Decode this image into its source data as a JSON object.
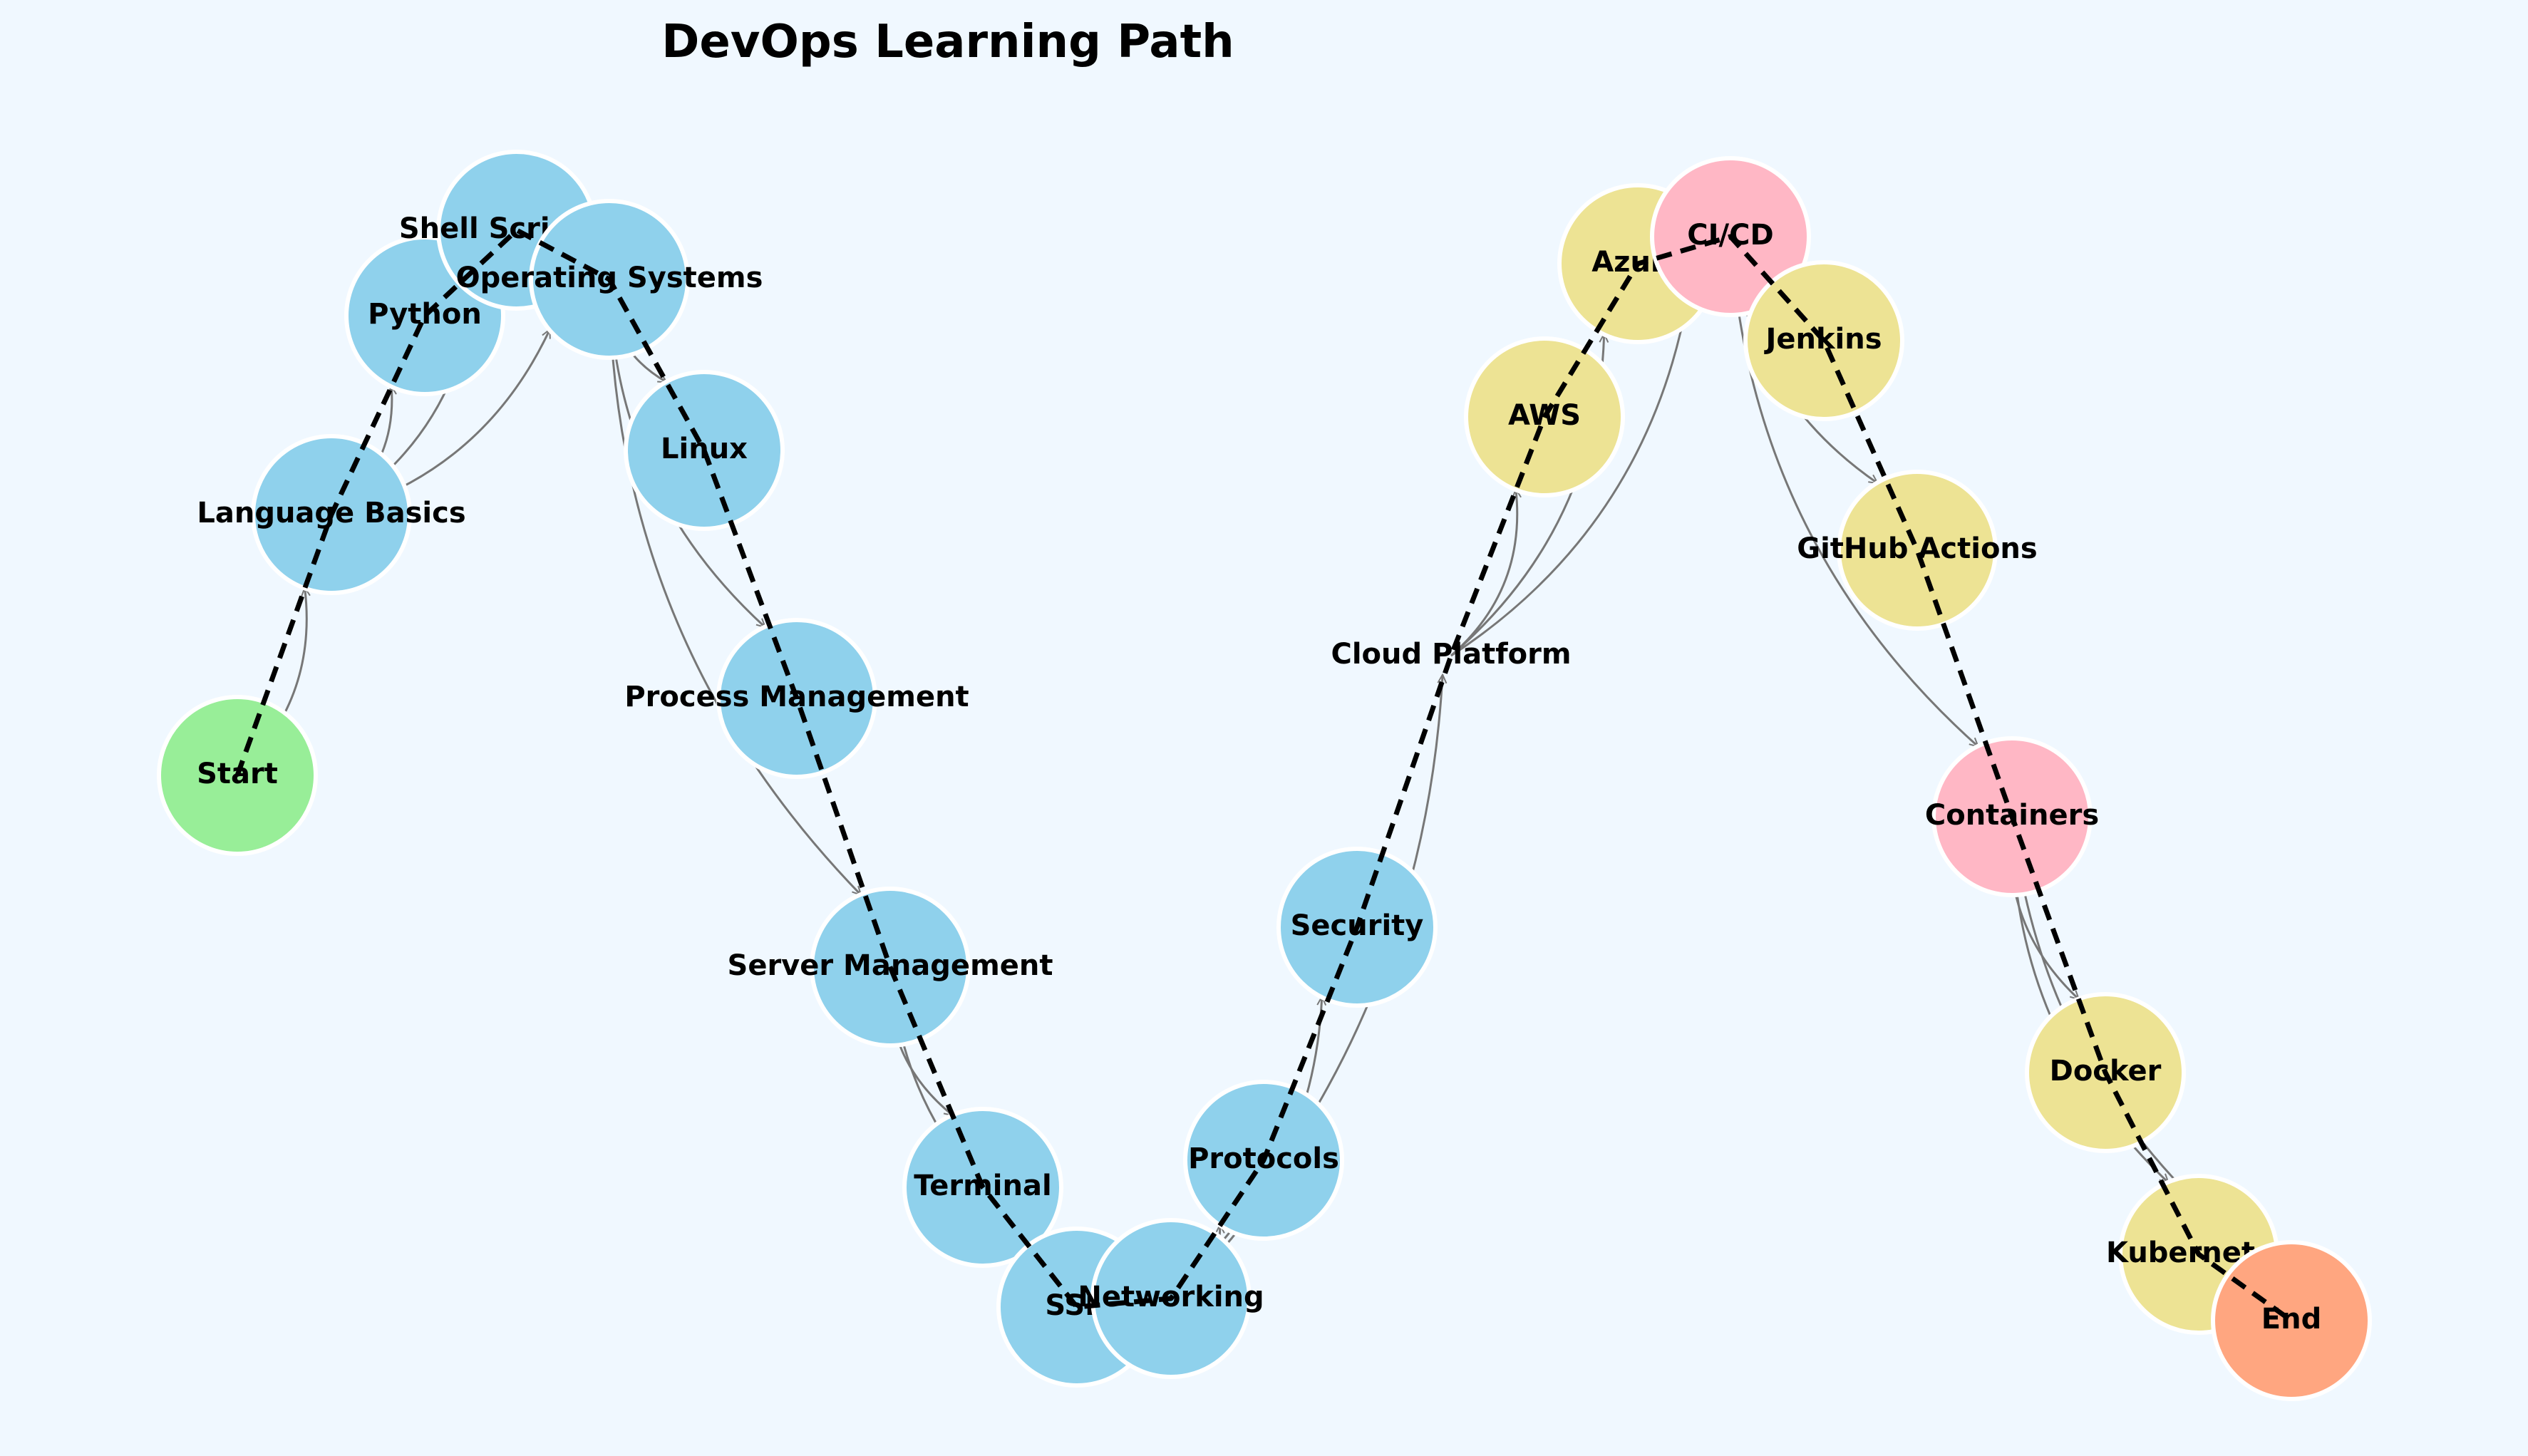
{
  "title": "DevOps Learning Path",
  "colors": {
    "background": "#f0f8ff",
    "start": "#98ee98",
    "end": "#ffa680",
    "topic": "#8fd1ec",
    "category": "#ffb7c5",
    "tool": "#ede394",
    "node_border": "#ffffff",
    "edge": "#777777",
    "path": "#000000"
  },
  "nodes": [
    {
      "id": "start",
      "label": "Start",
      "kind": "start"
    },
    {
      "id": "lang",
      "label": "Language Basics",
      "kind": "topic"
    },
    {
      "id": "python",
      "label": "Python",
      "kind": "topic"
    },
    {
      "id": "shell",
      "label": "Shell Scripting",
      "kind": "topic"
    },
    {
      "id": "os",
      "label": "Operating Systems",
      "kind": "topic"
    },
    {
      "id": "linux",
      "label": "Linux",
      "kind": "topic"
    },
    {
      "id": "proc",
      "label": "Process Management",
      "kind": "topic"
    },
    {
      "id": "server",
      "label": "Server Management",
      "kind": "topic"
    },
    {
      "id": "terminal",
      "label": "Terminal",
      "kind": "topic"
    },
    {
      "id": "ssh",
      "label": "SSH",
      "kind": "topic"
    },
    {
      "id": "net",
      "label": "Networking",
      "kind": "topic"
    },
    {
      "id": "proto",
      "label": "Protocols",
      "kind": "topic"
    },
    {
      "id": "sec",
      "label": "Security",
      "kind": "topic"
    },
    {
      "id": "cloud",
      "label": "Cloud Platform",
      "kind": "label-only"
    },
    {
      "id": "aws",
      "label": "AWS",
      "kind": "tool"
    },
    {
      "id": "azure",
      "label": "Azure",
      "kind": "tool"
    },
    {
      "id": "cicd",
      "label": "CI/CD",
      "kind": "category"
    },
    {
      "id": "jenkins",
      "label": "Jenkins",
      "kind": "tool"
    },
    {
      "id": "gha",
      "label": "GitHub Actions",
      "kind": "tool"
    },
    {
      "id": "containers",
      "label": "Containers",
      "kind": "category"
    },
    {
      "id": "docker",
      "label": "Docker",
      "kind": "tool"
    },
    {
      "id": "k8s",
      "label": "Kubernetes",
      "kind": "tool"
    },
    {
      "id": "end",
      "label": "End",
      "kind": "end"
    }
  ],
  "edges": [
    [
      "start",
      "lang"
    ],
    [
      "lang",
      "python"
    ],
    [
      "lang",
      "shell"
    ],
    [
      "lang",
      "os"
    ],
    [
      "os",
      "linux"
    ],
    [
      "os",
      "proc"
    ],
    [
      "os",
      "server"
    ],
    [
      "server",
      "terminal"
    ],
    [
      "server",
      "ssh"
    ],
    [
      "net",
      "proto"
    ],
    [
      "net",
      "sec"
    ],
    [
      "net",
      "cloud"
    ],
    [
      "cloud",
      "aws"
    ],
    [
      "cloud",
      "azure"
    ],
    [
      "cloud",
      "cicd"
    ],
    [
      "cicd",
      "jenkins"
    ],
    [
      "cicd",
      "gha"
    ],
    [
      "cicd",
      "containers"
    ],
    [
      "containers",
      "docker"
    ],
    [
      "containers",
      "k8s"
    ],
    [
      "containers",
      "end"
    ]
  ],
  "path": [
    "start",
    "lang",
    "python",
    "shell",
    "os",
    "linux",
    "proc",
    "server",
    "terminal",
    "ssh",
    "net",
    "proto",
    "sec",
    "cloud",
    "aws",
    "azure",
    "cicd",
    "jenkins",
    "gha",
    "containers",
    "docker",
    "k8s",
    "end"
  ]
}
